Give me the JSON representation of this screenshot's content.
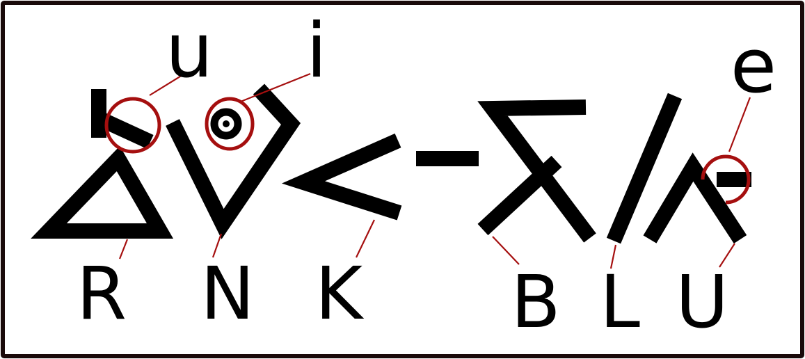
{
  "labels": {
    "lower": [
      "u",
      "i",
      "e"
    ],
    "upper": [
      "R",
      "N",
      "K",
      "B",
      "L",
      "U"
    ]
  },
  "icons": [
    "triangle-hook-glyph",
    "v-ring-glyph",
    "angle-bracket-glyph",
    "dash-glyph",
    "crossed-bracket-glyph",
    "slash-glyph",
    "caret-bar-glyph"
  ],
  "colors": {
    "ink": "#000000",
    "annotation": "#a50f0f",
    "frame": "#1a0a0a",
    "background": "#ffffff"
  }
}
